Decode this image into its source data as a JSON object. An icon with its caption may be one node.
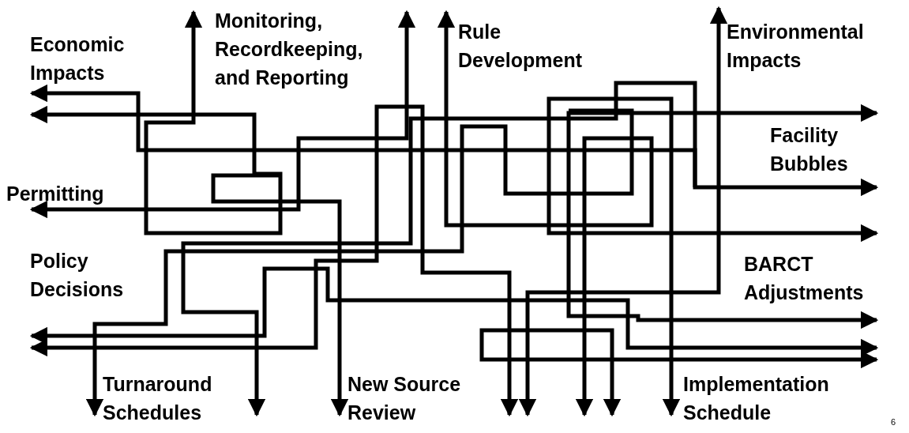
{
  "diagram": {
    "labels": [
      "Economic Impacts",
      "Monitoring, Recordkeeping, and Reporting",
      "Rule Development",
      "Environmental Impacts",
      "Facility Bubbles",
      "Permitting",
      "Policy Decisions",
      "BARCT Adjustments",
      "Turnaround Schedules",
      "New Source Review",
      "Implementation Schedule",
      "6"
    ]
  }
}
